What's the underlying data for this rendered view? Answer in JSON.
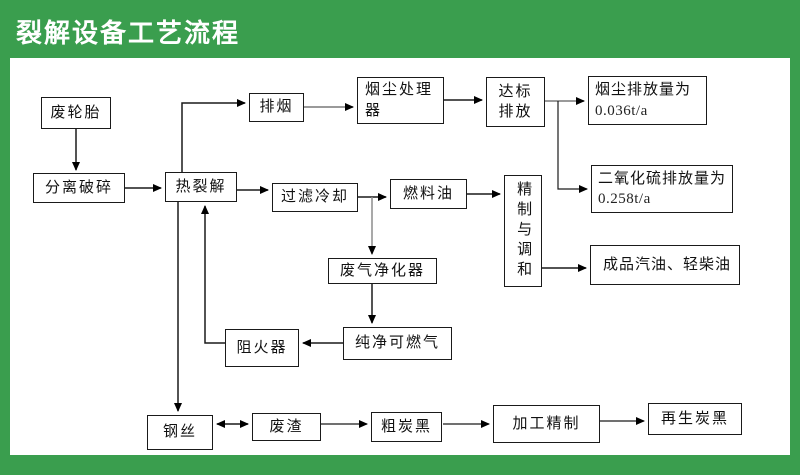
{
  "page": {
    "title": "裂解设备工艺流程"
  },
  "theme": {
    "background_green": "#3a9e4e",
    "panel_white": "#ffffff",
    "line_color": "#1a1a1a",
    "gray_line_color": "#8c8c8c",
    "title_color": "#ffffff"
  },
  "flowchart": {
    "nodes": {
      "waste_tire": "废轮胎",
      "separate_crush": "分离破碎",
      "pyrolysis": "热裂解",
      "smoke_exhaust": "排烟",
      "dust_processor": "烟尘处理器",
      "standard_discharge": "达标排放",
      "dust_emission": {
        "label": "烟尘排放量为",
        "value": "0.036t/a"
      },
      "so2_emission": {
        "label": "二氧化硫排放量为",
        "value": "0.258t/a"
      },
      "filter_cooling": "过滤冷却",
      "fuel_oil": "燃料油",
      "refine_blend": "精制与调和",
      "finished_oil": "成品汽油、轻柴油",
      "gas_purifier": "废气净化器",
      "pure_gas": "纯净可燃气",
      "flame_arrester": "阻火器",
      "steel_wire": "钢丝",
      "waste_residue": "废渣",
      "crude_carbon_black": "粗炭黑",
      "process_refine": "加工精制",
      "regen_carbon_black": "再生炭黑"
    },
    "edges": [
      {
        "from": "waste_tire",
        "to": "separate_crush"
      },
      {
        "from": "separate_crush",
        "to": "pyrolysis"
      },
      {
        "from": "pyrolysis",
        "to": "smoke_exhaust"
      },
      {
        "from": "smoke_exhaust",
        "to": "dust_processor"
      },
      {
        "from": "dust_processor",
        "to": "standard_discharge"
      },
      {
        "from": "standard_discharge",
        "to": "dust_emission"
      },
      {
        "from": "standard_discharge",
        "to": "so2_emission"
      },
      {
        "from": "pyrolysis",
        "to": "filter_cooling"
      },
      {
        "from": "filter_cooling",
        "to": "fuel_oil"
      },
      {
        "from": "filter_cooling",
        "to": "gas_purifier"
      },
      {
        "from": "fuel_oil",
        "to": "refine_blend"
      },
      {
        "from": "refine_blend",
        "to": "finished_oil"
      },
      {
        "from": "gas_purifier",
        "to": "pure_gas"
      },
      {
        "from": "pure_gas",
        "to": "flame_arrester"
      },
      {
        "from": "flame_arrester",
        "to": "pyrolysis"
      },
      {
        "from": "pyrolysis",
        "to": "steel_wire"
      },
      {
        "from": "steel_wire",
        "to": "waste_residue",
        "bidirectional": true
      },
      {
        "from": "waste_residue",
        "to": "crude_carbon_black"
      },
      {
        "from": "crude_carbon_black",
        "to": "process_refine"
      },
      {
        "from": "process_refine",
        "to": "regen_carbon_black"
      }
    ]
  }
}
